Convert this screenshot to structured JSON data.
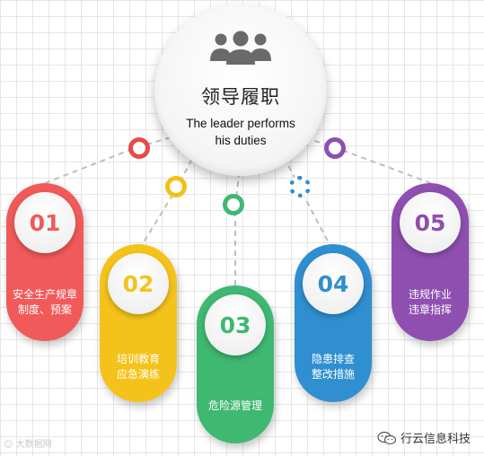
{
  "center": {
    "title": "领导履职",
    "subtitle_line1": "The leader performs",
    "subtitle_line2": "his duties"
  },
  "pills": [
    {
      "num": "01",
      "line1": "安全生产规章",
      "line2": "制度、预案",
      "color": "#f15a5a"
    },
    {
      "num": "02",
      "line1": "培训教育",
      "line2": "应急演练",
      "color": "#f4c31b"
    },
    {
      "num": "03",
      "line1": "危险源管理",
      "line2": "",
      "color": "#3fb871"
    },
    {
      "num": "04",
      "line1": "隐患排查",
      "line2": "整改措施",
      "color": "#2f8fd0"
    },
    {
      "num": "05",
      "line1": "违规作业",
      "line2": "违章指挥",
      "color": "#8e4fb0"
    }
  ],
  "connector_rings": [
    {
      "color": "#e84a4a"
    },
    {
      "color": "#f2c118"
    },
    {
      "color": "#3fb871"
    },
    {
      "color": "#2f8fd0"
    },
    {
      "color": "#8e4fb0"
    }
  ],
  "footer": {
    "left_watermark": "☺ 大数据网",
    "right_brand": "行云信息科技",
    "icon": "wechat-icon"
  }
}
